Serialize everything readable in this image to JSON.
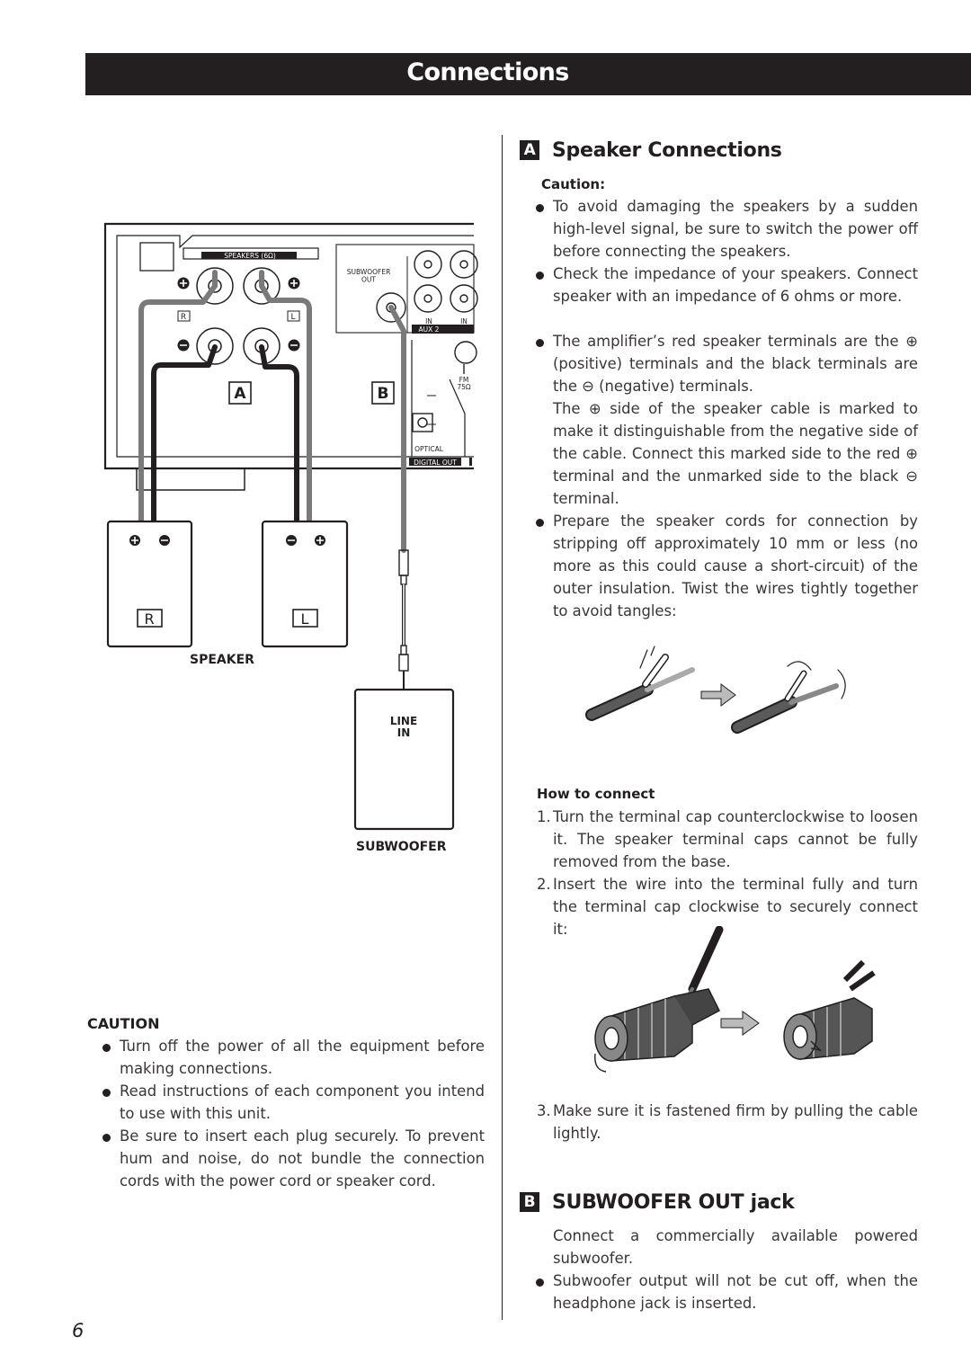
{
  "header": {
    "title": "Connections"
  },
  "page_number": "6",
  "diagram": {
    "panel_speakers": "SPEAKERS (6Ω)",
    "panel_subwoofer_out": "SUBWOOFER\nOUT",
    "panel_r": "R",
    "panel_l": "L",
    "panel_in_1": "IN",
    "panel_in_2": "IN",
    "panel_aux2": "AUX 2",
    "panel_fm": "FM",
    "panel_fm_ohm": "75Ω",
    "panel_optical": "OPTICAL",
    "panel_digital_out": "DIGITAL OUT",
    "callout_a": "A",
    "callout_b": "B",
    "speaker_r": "R",
    "speaker_l": "L",
    "speaker_label": "SPEAKER",
    "line_in_1": "LINE",
    "line_in_2": "IN",
    "subwoofer_label": "SUBWOOFER"
  },
  "left_caution": {
    "heading": "CAUTION",
    "bullets": [
      "Turn off the power of all the equipment before making connections.",
      "Read instructions of each component you intend to use with this unit.",
      "Be sure to insert each plug securely. To prevent hum and noise, do not bundle the connection cords with the power cord or speaker cord."
    ]
  },
  "section_a": {
    "letter": "A",
    "title": "Speaker Connections",
    "caution_label": "Caution:",
    "caution_bullets": [
      "To avoid damaging the speakers by a sudden high-level signal, be sure to switch the power off before connecting the speakers.",
      "Check the impedance of your speakers. Connect speaker with an impedance of 6 ohms or more."
    ],
    "terminal_a": "The amplifier’s red speaker terminals are the",
    "terminal_b": "(positive) terminals and the black terminals are the",
    "terminal_c": "(negative) terminals.",
    "cable_a": "The",
    "cable_b": "side of the speaker cable is marked to make it distinguishable from the negative side of the cable. Connect this marked side to the red",
    "cable_c": "terminal and the unmarked side to the black",
    "cable_d": "terminal.",
    "prepare": "Prepare the speaker cords for connection by stripping off approximately 10 mm or less (no more as this could cause a short-circuit) of the outer insulation. Twist the wires tightly together to avoid tangles:",
    "how_to_label": "How to connect",
    "steps": [
      {
        "num": "1.",
        "text": "Turn the terminal cap counterclockwise to loosen it. The speaker terminal caps cannot be fully removed from the base."
      },
      {
        "num": "2.",
        "text": "Insert the wire into the terminal fully and turn the terminal cap clockwise to securely connect it:"
      },
      {
        "num": "3.",
        "text": "Make sure it is fastened firm by pulling the cable lightly."
      }
    ]
  },
  "section_b": {
    "letter": "B",
    "title": "SUBWOOFER OUT jack",
    "intro": "Connect a commercially available powered subwoofer.",
    "bullets": [
      "Subwoofer output will not be cut off, when the headphone jack is inserted."
    ]
  }
}
